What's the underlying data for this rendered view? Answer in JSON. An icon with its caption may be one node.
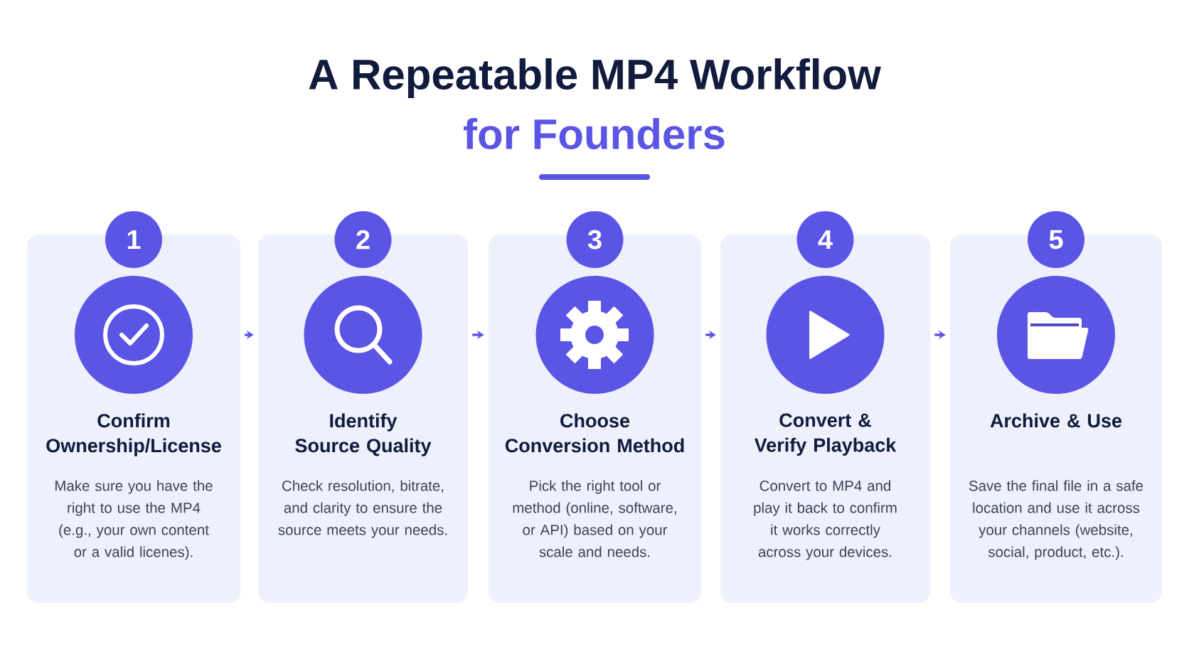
{
  "diagram": {
    "title": "A Repeatable MP4 Workflow",
    "nodes": [
      {
        "text": [
          "1"
        ]
      },
      {
        "text": [
          "Confirm Ownership/License",
          "Make sure you have the right to use the MP4 (e.g., your own content or a valid licenes)."
        ]
      },
      {
        "text": [
          "2"
        ]
      },
      {
        "text": [
          "Identify Source Quality",
          "Check resolution, bitrate, and clarity to ensure the source meets your needs."
        ]
      },
      {
        "text": [
          "3"
        ]
      },
      {
        "text": [
          "Choose Conversion Method",
          "Pick the right tool or method (online, software, or API) based on your scale and needs."
        ]
      },
      {
        "text": [
          "4"
        ]
      },
      {
        "text": [
          "Convert & Verify Playback",
          "Convert to MP4 and play it back to confirm it works correctly across your devices."
        ]
      },
      {
        "text": [
          "5"
        ]
      },
      {
        "text": [
          "Archive & Use",
          "Save the final file in a safe location and use it across your channels (website, social, product, etc.)."
        ]
      }
    ],
    "edges": [
      {
        "from": 1,
        "to": 3,
        "arrow": "to"
      },
      {
        "from": 3,
        "to": 5,
        "arrow": "to"
      },
      {
        "from": 5,
        "to": 7,
        "arrow": "to"
      },
      {
        "from": 7,
        "to": 9,
        "arrow": "to"
      }
    ],
    "labels": [
      "for Founders"
    ]
  }
}
